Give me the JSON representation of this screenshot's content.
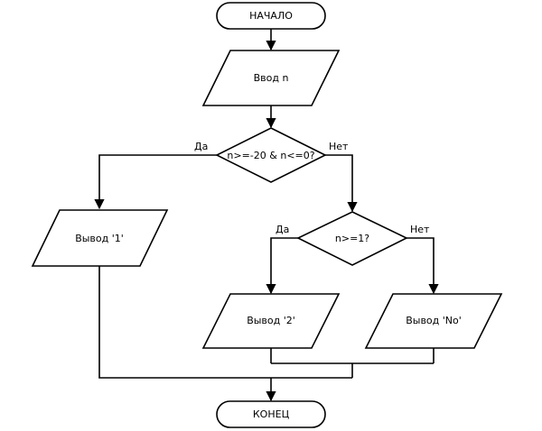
{
  "flowchart": {
    "start_label": "НАЧАЛО",
    "input_label": "Ввод n",
    "condition1_label": "n>=-20 & n<=0?",
    "condition1_yes": "Да",
    "condition1_no": "Нет",
    "output1_label": "Вывод '1'",
    "condition2_label": "n>=1?",
    "condition2_yes": "Да",
    "condition2_no": "Нет",
    "output2_label": "Вывод '2'",
    "output_no_label": "Вывод 'No'",
    "end_label": "КОНЕЦ"
  }
}
